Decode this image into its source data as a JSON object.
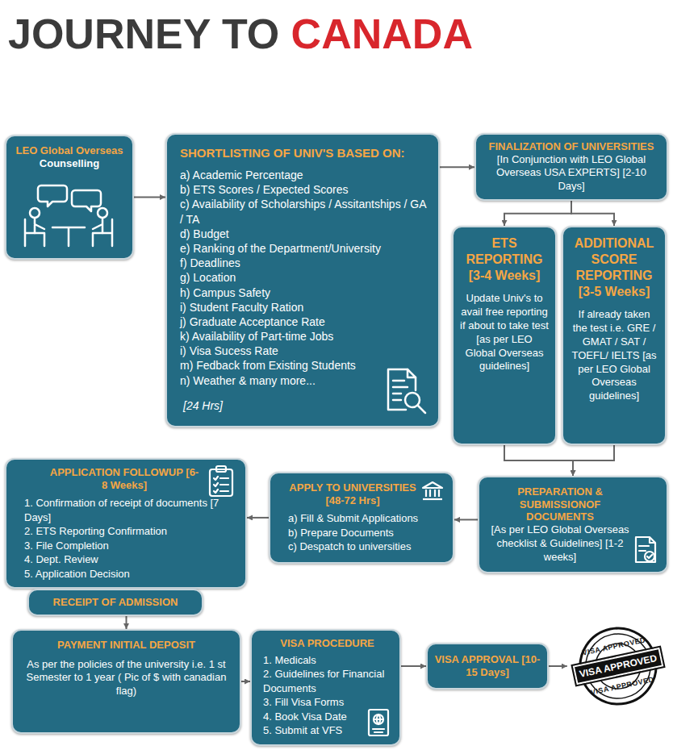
{
  "diagram": {
    "title": "JOURNEY TO CANADA",
    "nodes": [
      {
        "text": [
          "LEO Global Overseas",
          "Counselling"
        ]
      },
      {
        "text": [
          "SHORTLISTING OF UNIV'S BASED ON:",
          "a) Academic Percentage",
          "b) ETS Scores / Expected Scores",
          "c) Availability of Scholarships / Assitantships / GA / TA",
          "d) Budget",
          "e) Ranking of the Department/University",
          "f) Deadlines",
          "g) Location",
          "h) Campus Safety",
          "i) Student Faculty Ration",
          "j) Graduate Acceptance Rate",
          "k) Availability of Part-time Jobs",
          "i) Visa Sucess Rate",
          "m) Fedback from Existing Students",
          "n) Weather & many more...",
          "[24 Hrs]"
        ]
      },
      {
        "text": [
          "FINALIZATION OF UNIVERSITIES",
          "[In Conjunction with LEO Global Overseas USA EXPERTS] [2-10 Days]"
        ]
      },
      {
        "text": [
          "ETS REPORTING [3-4 Weeks]",
          "Update Univ's to avail free reporting if about to take test [as per LEO Global Overseas guidelines]"
        ]
      },
      {
        "text": [
          "ADDITIONAL SCORE REPORTING [3-5 Weeks]",
          "If already taken the test i.e. GRE / GMAT / SAT / TOEFL/ IELTS [as per LEO Global Overseas guidelines]"
        ]
      },
      {
        "text": [
          "PREPARATION & SUBMISSIONOF DOCUMENTS",
          "[As per LEO Global Overseas checklist & Guidelines] [1-2 weeks]"
        ]
      },
      {
        "text": [
          "APPLY TO UNIVERSITIES [48-72 Hrs]",
          "a) Fill & Submit Applications",
          "b) Prepare Documents",
          "c) Despatch to universities"
        ]
      },
      {
        "text": [
          "APPLICATION FOLLOWUP [6-8 Weeks]",
          "1. Confirmation of receipt of documents [7 Days]",
          "2. ETS Reporting Confirmation",
          "3. File Completion",
          "4. Dept. Review",
          "5. Application Decision"
        ]
      },
      {
        "text": [
          "RECEIPT OF ADMISSION"
        ]
      },
      {
        "text": [
          "PAYMENT INITIAL DEPOSIT",
          "As per the policies of the university i.e. 1 st Semester to 1 year ( Pic of $ with canadian flag)"
        ]
      },
      {
        "text": [
          "VISA PROCEDURE",
          "1. Medicals",
          "2. Guidelines for Financial Documents",
          "3. Fill Visa Forms",
          "4. Book Visa Date",
          "5. Submit at VFS"
        ]
      },
      {
        "text": [
          "VISA APPROVAL [10-15 Days]"
        ]
      },
      {
        "text": [
          "VISA APPROVED",
          "VISA APPROVED",
          "VISA APPROVED"
        ]
      }
    ],
    "edges": [
      {
        "from": 0,
        "to": 1,
        "arrow": "to"
      },
      {
        "from": 1,
        "to": 2,
        "arrow": "to"
      },
      {
        "from": 2,
        "to": 3,
        "arrow": "to"
      },
      {
        "from": 2,
        "to": 4,
        "arrow": "to"
      },
      {
        "from": 3,
        "to": 5,
        "arrow": "to"
      },
      {
        "from": 4,
        "to": 5,
        "arrow": "to"
      },
      {
        "from": 5,
        "to": 6,
        "arrow": "to"
      },
      {
        "from": 6,
        "to": 7,
        "arrow": "to"
      },
      {
        "from": 7,
        "to": 8,
        "arrow": "to"
      },
      {
        "from": 8,
        "to": 9,
        "arrow": "to"
      },
      {
        "from": 9,
        "to": 10,
        "arrow": "to"
      },
      {
        "from": 10,
        "to": 11,
        "arrow": "to"
      },
      {
        "from": 11,
        "to": 12,
        "arrow": "to"
      }
    ]
  }
}
